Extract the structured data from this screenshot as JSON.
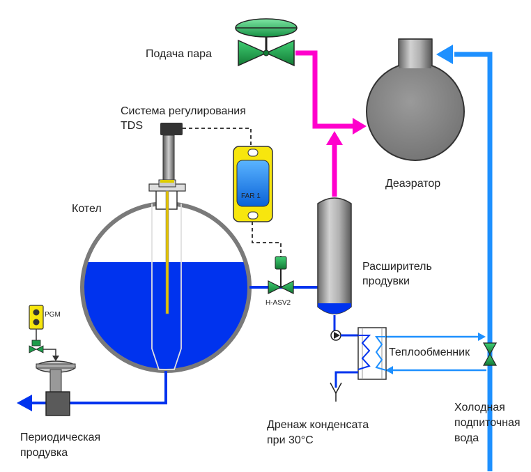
{
  "labels": {
    "steam_supply": "Подача пара",
    "tds_line1": "Система регулирования",
    "tds_line2": "TDS",
    "boiler": "Котел",
    "far": "FAR 1",
    "hasv": "H-ASV2",
    "pgm": "PGM",
    "deaerator": "Деаэратор",
    "flash_line1": "Расширитель",
    "flash_line2": "продувки",
    "heat_exchanger": "Теплообменник",
    "blowdown_line1": "Периодическая",
    "blowdown_line2": "продувка",
    "drain_line1": "Дренаж конденсата",
    "drain_line2": "при 30°C",
    "cold_line1": "Холодная",
    "cold_line2": "подпиточная",
    "cold_line3": "вода"
  },
  "colors": {
    "steam": "#ff00cc",
    "water": "#0033ee",
    "cold_water": "#1e90ff",
    "vessel": "#888888",
    "valve": "#1e9b4a",
    "far_body": "#f7e60e"
  }
}
